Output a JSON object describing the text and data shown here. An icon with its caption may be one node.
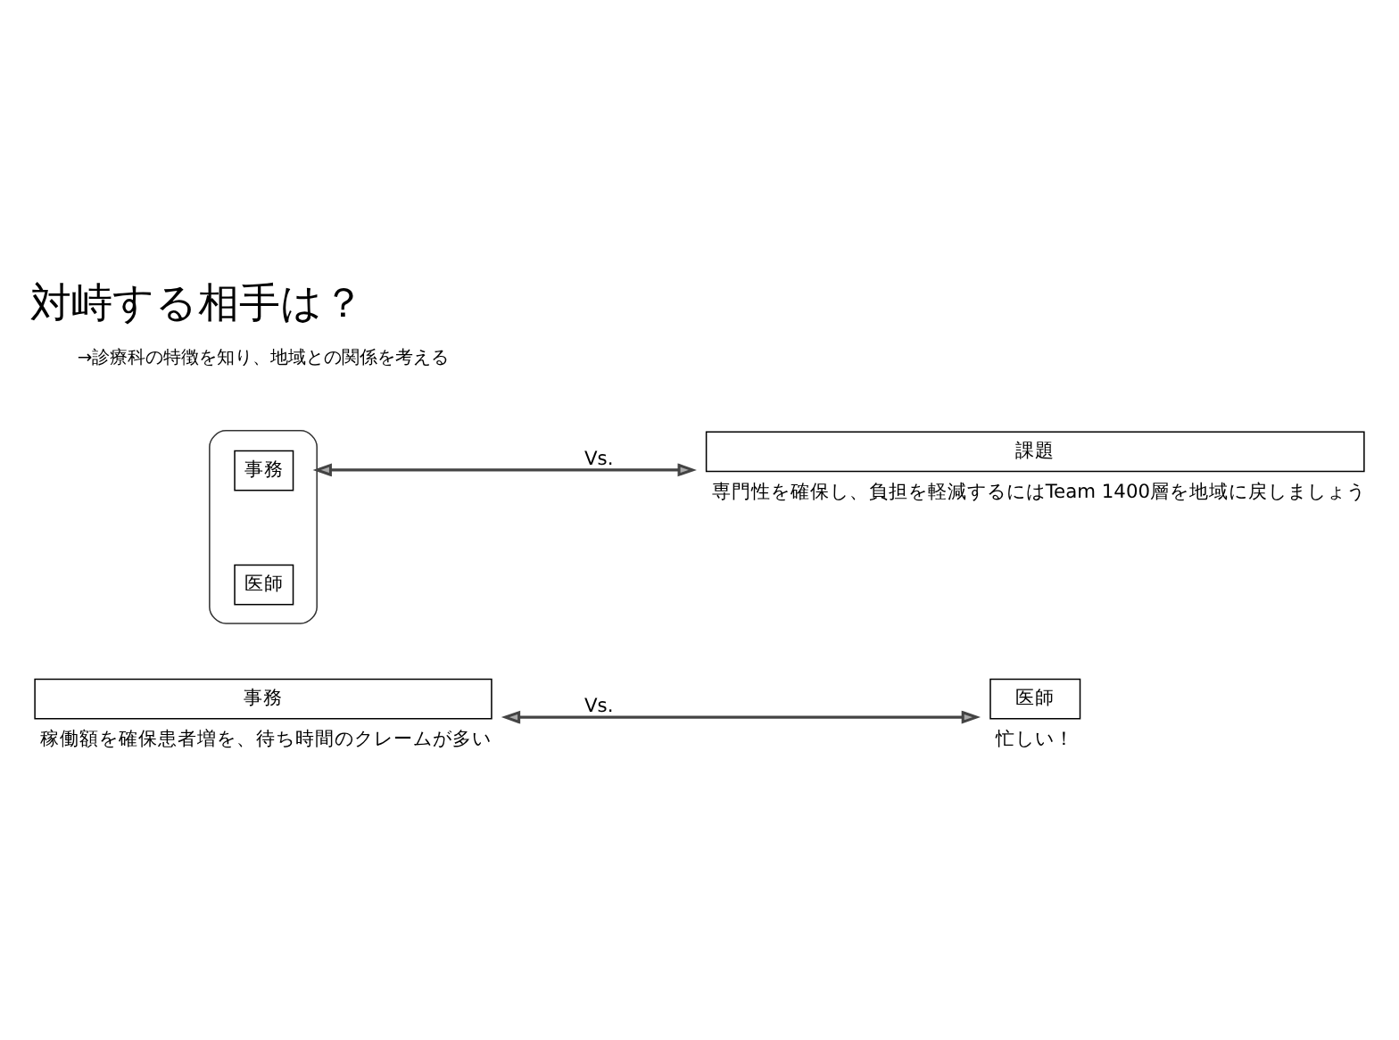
{
  "diagram": {
    "title": "対峙する相手は？",
    "nodes": [
      {
        "text": [
          "事務"
        ],
        "beside": [
          "稼働額を確保患者増を、待ち時間のクレームが多い"
        ]
      },
      {
        "text": [
          "医師"
        ],
        "beside": [
          "忙しい！"
        ]
      },
      {
        "text": [],
        "shape": "bracket"
      },
      {
        "text": [
          "事務"
        ],
        "in": 2
      },
      {
        "text": [
          "医師"
        ],
        "in": 2
      },
      {
        "text": [
          "課題"
        ],
        "beside": [
          "専門性を確保し、負担を軽減するにはTeam 1400層を地域に戻しましょう"
        ]
      }
    ],
    "edges": [
      {
        "from": 0,
        "to": 1,
        "arrow": "both",
        "label": "Vs."
      },
      {
        "from": 2,
        "to": 5,
        "arrow": "both",
        "label": "Vs."
      }
    ],
    "labels": [
      "→診療科の特徴を知り、地域との関係を考える"
    ]
  }
}
